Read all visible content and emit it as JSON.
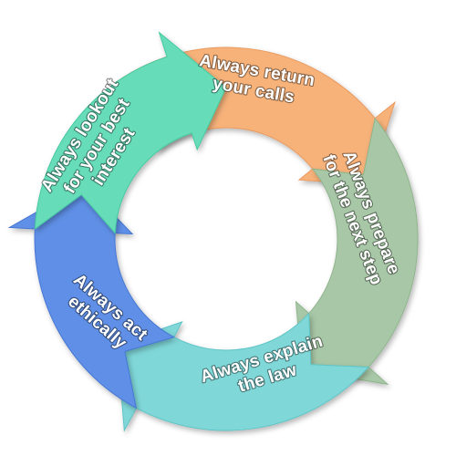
{
  "cycle": {
    "segments": [
      {
        "id": "return-calls",
        "lines": [
          "Always return",
          "your calls"
        ],
        "color": "#f7b27a",
        "color_dark": "#e99a5e"
      },
      {
        "id": "prepare-next-step",
        "lines": [
          "Always prepare",
          "for the next step"
        ],
        "color": "#a8c7a6",
        "color_dark": "#8fb58d"
      },
      {
        "id": "explain-law",
        "lines": [
          "Always explain",
          "the law"
        ],
        "color": "#7fd7d8",
        "color_dark": "#5fc4c6"
      },
      {
        "id": "act-ethically",
        "lines": [
          "Always act",
          "ethically"
        ],
        "color": "#5e8fe6",
        "color_dark": "#4677d3"
      },
      {
        "id": "lookout-best-interest",
        "lines": [
          "Always lookout",
          "for your best",
          "interest"
        ],
        "color": "#66dcb9",
        "color_dark": "#46c9a1"
      }
    ]
  }
}
